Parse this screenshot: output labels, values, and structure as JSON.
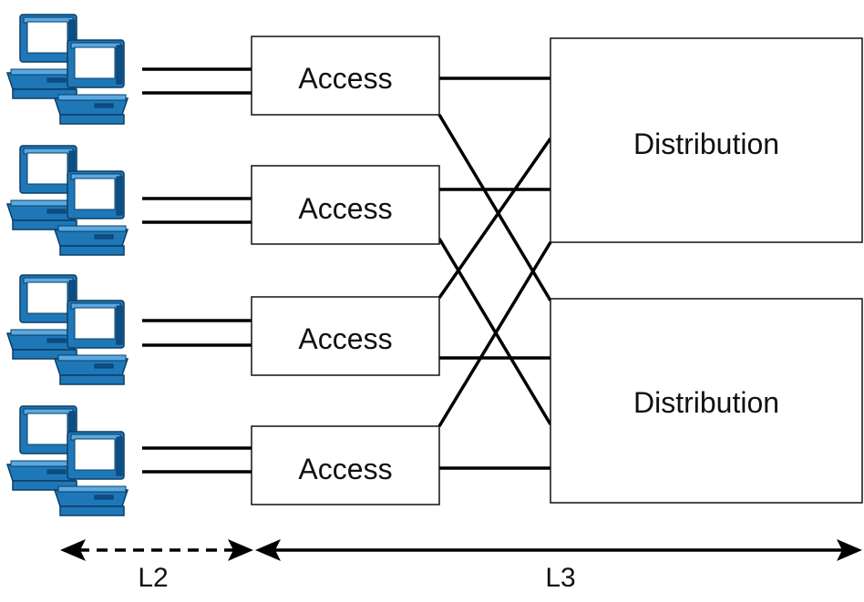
{
  "diagram": {
    "access_nodes": [
      {
        "label": "Access"
      },
      {
        "label": "Access"
      },
      {
        "label": "Access"
      },
      {
        "label": "Access"
      }
    ],
    "distribution_nodes": [
      {
        "label": "Distribution"
      },
      {
        "label": "Distribution"
      }
    ],
    "layers": {
      "l2": {
        "label": "L2",
        "style": "dashed"
      },
      "l3": {
        "label": "L3",
        "style": "solid"
      }
    },
    "icons": {
      "host": "workstation-pair-icon"
    },
    "colors": {
      "host_blue": "#1e78b8",
      "line": "#000000"
    }
  }
}
